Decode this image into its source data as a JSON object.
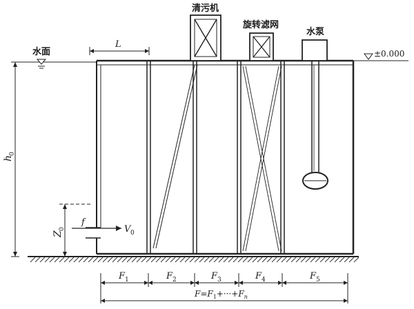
{
  "labels": {
    "water_surface": "水面",
    "cleaner": "清污机",
    "rotary_screen": "旋转滤网",
    "pump": "水泵",
    "elevation": "±0.000",
    "L": "L",
    "h0": "h",
    "h0_sub": "0",
    "Z0": "Z",
    "Z0_sub": "0",
    "f": "f",
    "V0": "V",
    "V0_sub": "0",
    "F1": "F",
    "F1_sub": "1",
    "F2": "F",
    "F2_sub": "2",
    "F3": "F",
    "F3_sub": "3",
    "F4": "F",
    "F4_sub": "4",
    "F5": "F",
    "F5_sub": "5",
    "F_total_lead": "F=F",
    "F_total_sub1": "1",
    "F_total_mid": "+···+F",
    "F_total_subn": "n"
  }
}
